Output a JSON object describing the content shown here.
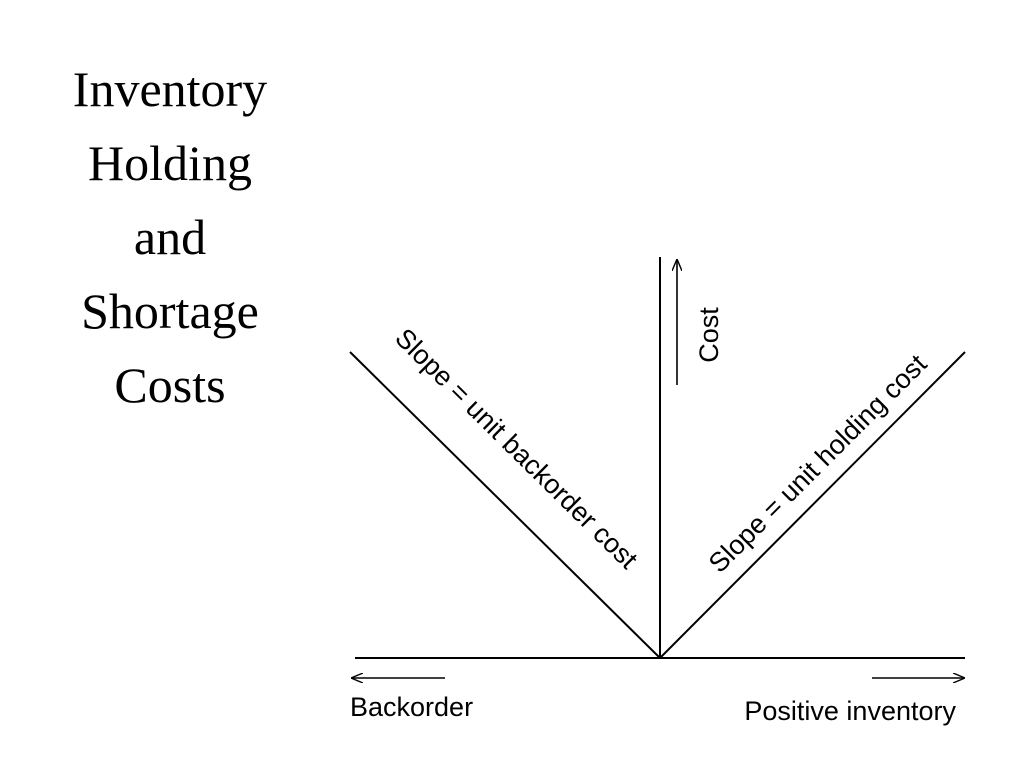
{
  "title": {
    "lines": [
      "Inventory",
      "Holding",
      "and",
      "Shortage",
      "Costs"
    ]
  },
  "diagram": {
    "vertical_axis_label": "Cost",
    "left_axis_label": "Backorder",
    "right_axis_label": "Positive inventory",
    "left_line_label": "Slope = unit backorder cost",
    "right_line_label": "Slope = unit holding cost",
    "stroke_color": "#000000"
  }
}
